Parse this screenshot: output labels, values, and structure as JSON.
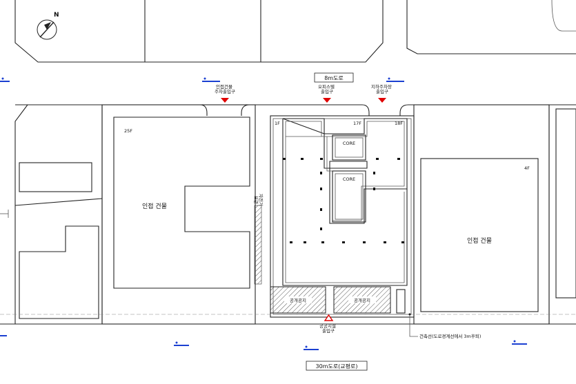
{
  "roads": {
    "north": "8m도로",
    "south": "30m도로(교평로)"
  },
  "entrances": {
    "neighbor_parking": "인접건물\n주차출입구",
    "office_entrance": "오피스텔\n출입구",
    "underground_parking": "지하주차장\n출입구",
    "public_entrance": "공공시설\n출입구"
  },
  "neighbors": {
    "west_floors": "25F",
    "west_label": "인접 건물",
    "east_floors": "4F",
    "east_label": "인접 건물"
  },
  "site": {
    "floor_1f": "1F",
    "floor_17f": "17F",
    "floor_18f": "18F",
    "core_label": "CORE",
    "bike_label": "자전거\n보관",
    "open_space": "공개공지",
    "setback_note": "건축선(도로경계선에서 3m후퇴)"
  },
  "colors": {
    "marker_red": "#e00000",
    "marker_blue": "#1a3fd1",
    "hatch": "#555555"
  }
}
